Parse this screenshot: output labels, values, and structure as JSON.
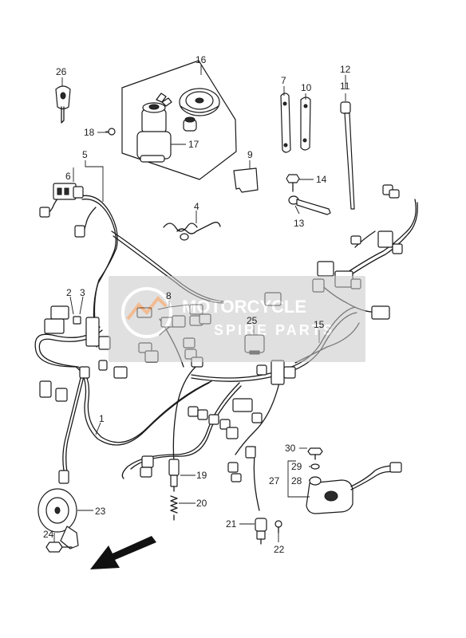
{
  "diagram": {
    "part_labels": [
      {
        "id": "p1",
        "text": "1"
      },
      {
        "id": "p2",
        "text": "2"
      },
      {
        "id": "p3",
        "text": "3"
      },
      {
        "id": "p4",
        "text": "4"
      },
      {
        "id": "p5",
        "text": "5"
      },
      {
        "id": "p6",
        "text": "6"
      },
      {
        "id": "p7",
        "text": "7"
      },
      {
        "id": "p8",
        "text": "8"
      },
      {
        "id": "p9",
        "text": "9"
      },
      {
        "id": "p10",
        "text": "10"
      },
      {
        "id": "p11",
        "text": "11"
      },
      {
        "id": "p12",
        "text": "12"
      },
      {
        "id": "p13",
        "text": "13"
      },
      {
        "id": "p14",
        "text": "14"
      },
      {
        "id": "p15",
        "text": "15"
      },
      {
        "id": "p16",
        "text": "16"
      },
      {
        "id": "p17",
        "text": "17"
      },
      {
        "id": "p18",
        "text": "18"
      },
      {
        "id": "p19",
        "text": "19"
      },
      {
        "id": "p20",
        "text": "20"
      },
      {
        "id": "p21",
        "text": "21"
      },
      {
        "id": "p22",
        "text": "22"
      },
      {
        "id": "p23",
        "text": "23"
      },
      {
        "id": "p24",
        "text": "24"
      },
      {
        "id": "p25",
        "text": "25"
      },
      {
        "id": "p26",
        "text": "26"
      },
      {
        "id": "p27",
        "text": "27"
      },
      {
        "id": "p28",
        "text": "28"
      },
      {
        "id": "p29",
        "text": "29"
      },
      {
        "id": "p30",
        "text": "30"
      }
    ]
  },
  "watermark": {
    "line1": "MOTORCYCLE",
    "line2": "SPIRE PARTS",
    "color": "#c8c8c8",
    "accent": "#e8853a"
  },
  "direction_arrow": {
    "icon": "front-direction-arrow-icon"
  }
}
